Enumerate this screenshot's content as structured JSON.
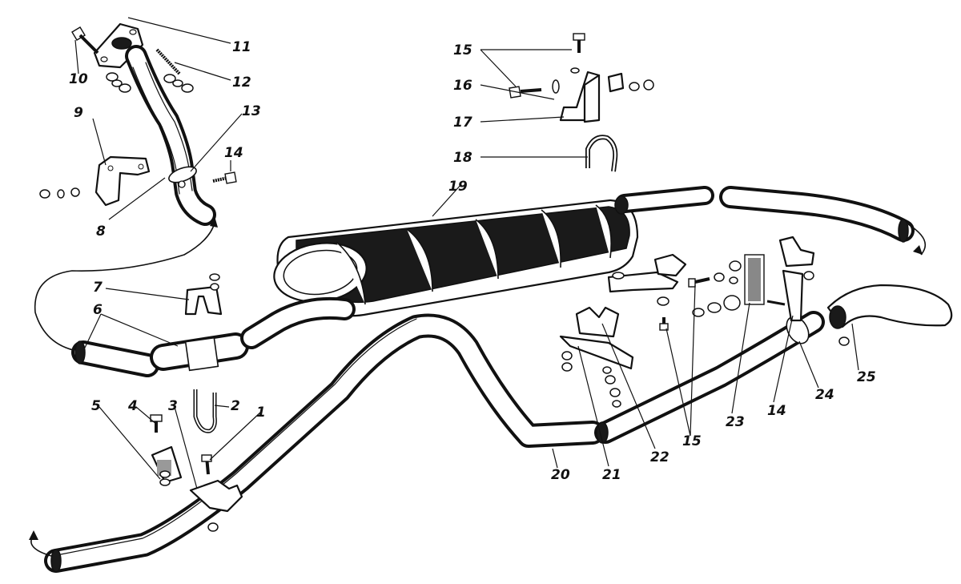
{
  "diagram": {
    "callouts": [
      {
        "id": "1",
        "label": "1"
      },
      {
        "id": "2",
        "label": "2"
      },
      {
        "id": "3",
        "label": "3"
      },
      {
        "id": "4",
        "label": "4"
      },
      {
        "id": "5",
        "label": "5"
      },
      {
        "id": "6",
        "label": "6"
      },
      {
        "id": "7",
        "label": "7"
      },
      {
        "id": "8",
        "label": "8"
      },
      {
        "id": "9",
        "label": "9"
      },
      {
        "id": "10",
        "label": "10"
      },
      {
        "id": "11",
        "label": "11"
      },
      {
        "id": "12",
        "label": "12"
      },
      {
        "id": "13",
        "label": "13"
      },
      {
        "id": "14a",
        "label": "14"
      },
      {
        "id": "14b",
        "label": "14"
      },
      {
        "id": "15a",
        "label": "15"
      },
      {
        "id": "15b",
        "label": "15"
      },
      {
        "id": "16",
        "label": "16"
      },
      {
        "id": "17",
        "label": "17"
      },
      {
        "id": "18",
        "label": "18"
      },
      {
        "id": "19",
        "label": "19"
      },
      {
        "id": "20",
        "label": "20"
      },
      {
        "id": "21",
        "label": "21"
      },
      {
        "id": "22",
        "label": "22"
      },
      {
        "id": "23",
        "label": "23"
      },
      {
        "id": "24",
        "label": "24"
      },
      {
        "id": "25",
        "label": "25"
      }
    ],
    "parts": [
      {
        "name": "exhaust-downpipe",
        "icon": "downpipe-icon"
      },
      {
        "name": "muffler",
        "icon": "muffler-icon"
      },
      {
        "name": "rear-tailpipe",
        "icon": "pipe-icon"
      },
      {
        "name": "front-exhaust-pipe",
        "icon": "pipe-icon"
      },
      {
        "name": "tail-tip",
        "icon": "tail-tip-icon"
      },
      {
        "name": "u-bolt",
        "icon": "u-bolt-icon"
      },
      {
        "name": "bracket",
        "icon": "bracket-icon"
      },
      {
        "name": "insulator-pad",
        "icon": "pad-icon"
      },
      {
        "name": "clamp",
        "icon": "clamp-icon"
      }
    ]
  }
}
